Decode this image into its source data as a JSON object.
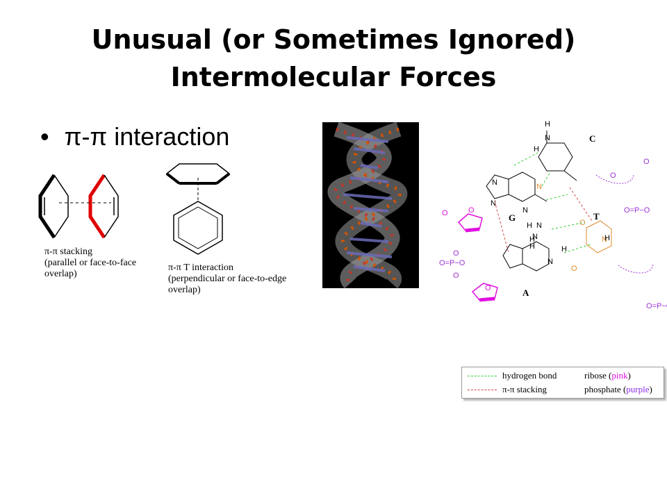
{
  "title": {
    "line1": "Unusual (or Sometimes Ignored)",
    "line2": "Intermolecular Forces"
  },
  "bullet": {
    "marker": "•",
    "text": "π-π interaction"
  },
  "stacking_caption": {
    "line1": "π-π stacking",
    "line2": "(parallel or face-to-face",
    "line3": "overlap)"
  },
  "t_caption": {
    "line1": "π-π T interaction",
    "line2": "(perpendicular or face-to-edge",
    "line3": "overlap)"
  },
  "diagram_labels": {
    "base_c": "C",
    "base_g": "G",
    "base_t": "T",
    "base_a": "A"
  },
  "legend": {
    "hbond": "hydrogen bond",
    "stacking": "π-π stacking",
    "ribose_prefix": "ribose (",
    "ribose_color": "pink",
    "phosphate_prefix": "phosphate (",
    "phosphate_color": "purple",
    "close": ")"
  },
  "colors": {
    "highlight_ring": "#e00000",
    "hbond_line": "#33cc33",
    "stacking_line": "#d04040",
    "ribose": "#e010e0",
    "phosphate": "#9b30d0",
    "orange_atoms": "#e08a2a"
  }
}
